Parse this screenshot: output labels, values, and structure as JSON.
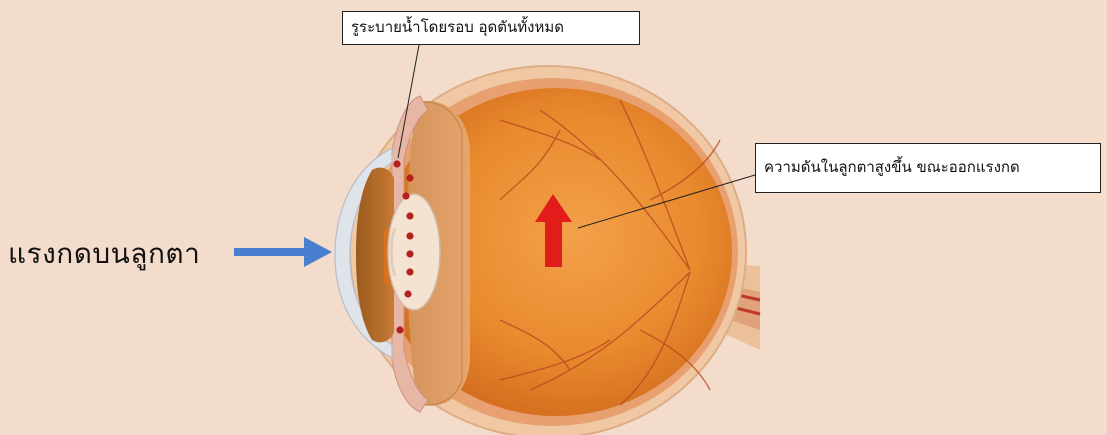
{
  "labels": {
    "drainage": "รูระบายน้ำโดยรอบ อุดตันทั้งหมด",
    "pressure": "ความดันในลูกตาสูงขึ้น ขณะออกแรงกด",
    "force": "แรงกดบนลูกตา"
  },
  "colors": {
    "background": "#f3dccb",
    "force_arrow": "#4a7fd0",
    "pressure_arrow": "#e21b1b",
    "eye_interior": "#e9892a",
    "blocked_dots": "#b3201e"
  }
}
